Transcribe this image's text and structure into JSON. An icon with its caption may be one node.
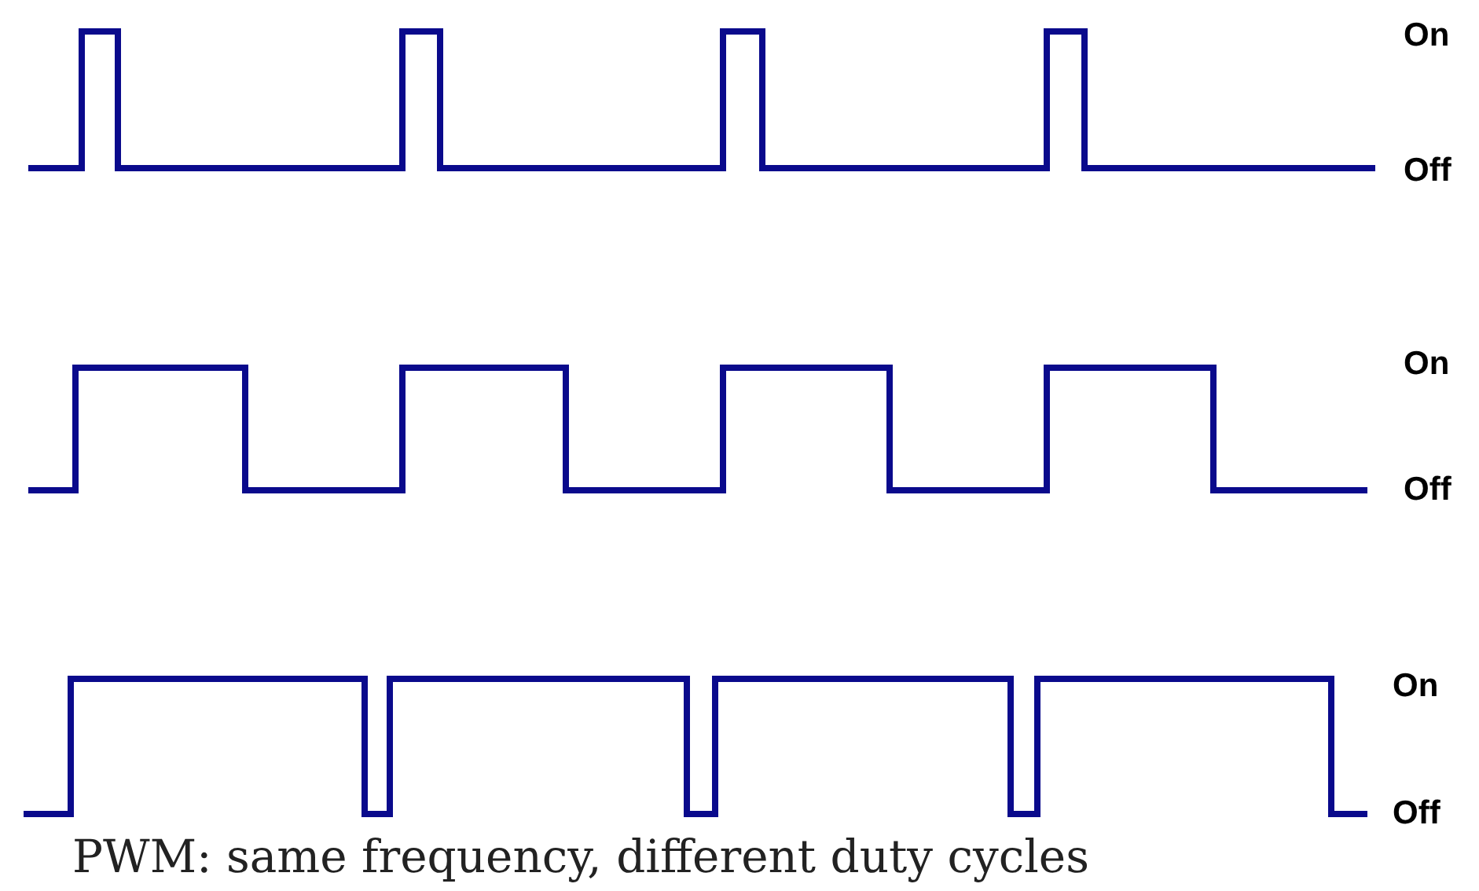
{
  "diagram": {
    "caption": "PWM: same frequency, different duty cycles",
    "labels": [
      "On",
      "Off",
      "On",
      "Off",
      "On",
      "Off"
    ]
  }
}
